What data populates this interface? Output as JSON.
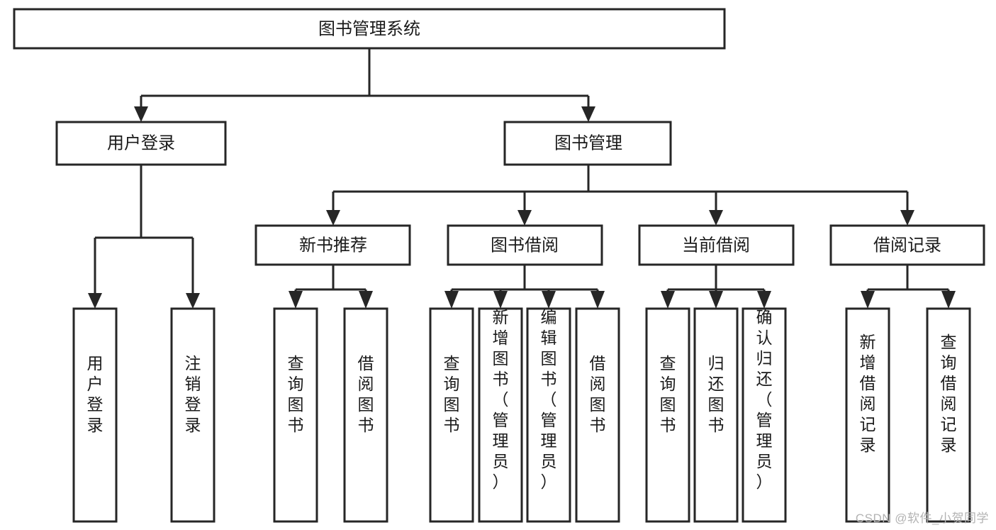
{
  "diagram": {
    "type": "tree-hierarchy",
    "orientation": "top-down",
    "title": "图书管理系统",
    "colors": {
      "stroke": "#262626",
      "fill": "#ffffff",
      "text": "#1a1a1a",
      "watermark": "#b3b3b3",
      "background": "#ffffff"
    },
    "levels": {
      "root": {
        "label": "图书管理系统"
      },
      "level2": [
        {
          "id": "user-login",
          "label": "用户登录"
        },
        {
          "id": "book-management",
          "label": "图书管理"
        }
      ],
      "level3": [
        {
          "id": "new-book-recommend",
          "label": "新书推荐",
          "parent": "book-management"
        },
        {
          "id": "book-borrow",
          "label": "图书借阅",
          "parent": "book-management"
        },
        {
          "id": "current-borrow",
          "label": "当前借阅",
          "parent": "book-management"
        },
        {
          "id": "borrow-record",
          "label": "借阅记录",
          "parent": "book-management"
        }
      ],
      "leaves": [
        {
          "id": "leaf-user-login",
          "label": "用户登录",
          "parent": "user-login"
        },
        {
          "id": "leaf-logout-login",
          "label": "注销登录",
          "parent": "user-login"
        },
        {
          "id": "leaf-query-book-1",
          "label": "查询图书",
          "parent": "new-book-recommend"
        },
        {
          "id": "leaf-borrow-book-1",
          "label": "借阅图书",
          "parent": "new-book-recommend"
        },
        {
          "id": "leaf-query-book-2",
          "label": "查询图书",
          "parent": "book-borrow"
        },
        {
          "id": "leaf-add-book",
          "label": "新增图书（管理员）",
          "parent": "book-borrow"
        },
        {
          "id": "leaf-edit-book",
          "label": "编辑图书（管理员）",
          "parent": "book-borrow"
        },
        {
          "id": "leaf-borrow-book-2",
          "label": "借阅图书",
          "parent": "book-borrow"
        },
        {
          "id": "leaf-query-book-3",
          "label": "查询图书",
          "parent": "current-borrow"
        },
        {
          "id": "leaf-return-book",
          "label": "归还图书",
          "parent": "current-borrow"
        },
        {
          "id": "leaf-confirm-return",
          "label": "确认归还（管理员）",
          "parent": "current-borrow"
        },
        {
          "id": "leaf-add-record",
          "label": "新增借阅记录",
          "parent": "borrow-record"
        },
        {
          "id": "leaf-query-record",
          "label": "查询借阅记录",
          "parent": "borrow-record"
        }
      ]
    }
  },
  "watermark": {
    "text": "CSDN @软件_小贺同学"
  }
}
